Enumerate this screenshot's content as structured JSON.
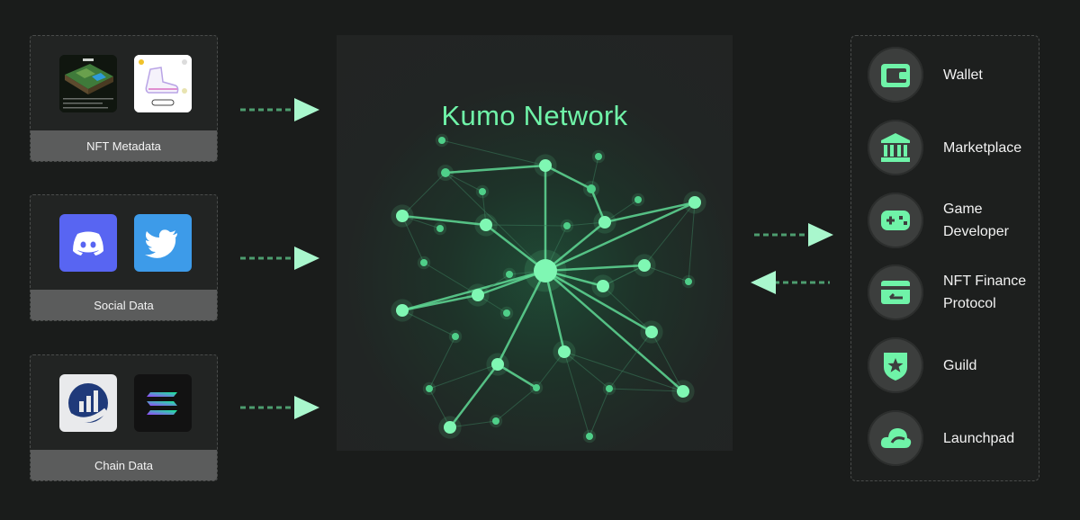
{
  "diagram": {
    "title": "Kumo Network"
  },
  "sources": [
    {
      "label": "NFT Metadata"
    },
    {
      "label": "Social Data"
    },
    {
      "label": "Chain Data"
    }
  ],
  "roles": [
    {
      "label": "Wallet",
      "icon": "wallet-icon"
    },
    {
      "label": "Marketplace",
      "icon": "bank-icon"
    },
    {
      "label": "Game Developer",
      "icon": "gamepad-icon"
    },
    {
      "label": "NFT Finance Protocol",
      "icon": "card-icon"
    },
    {
      "label": "Guild",
      "icon": "shield-star-icon"
    },
    {
      "label": "Launchpad",
      "icon": "cloud-icon"
    }
  ],
  "colors": {
    "accent": "#6ff3a8",
    "background": "#1a1c1b",
    "label_bar": "#5b5c5c",
    "discord": "#5865f2",
    "twitter": "#1da1f2"
  }
}
